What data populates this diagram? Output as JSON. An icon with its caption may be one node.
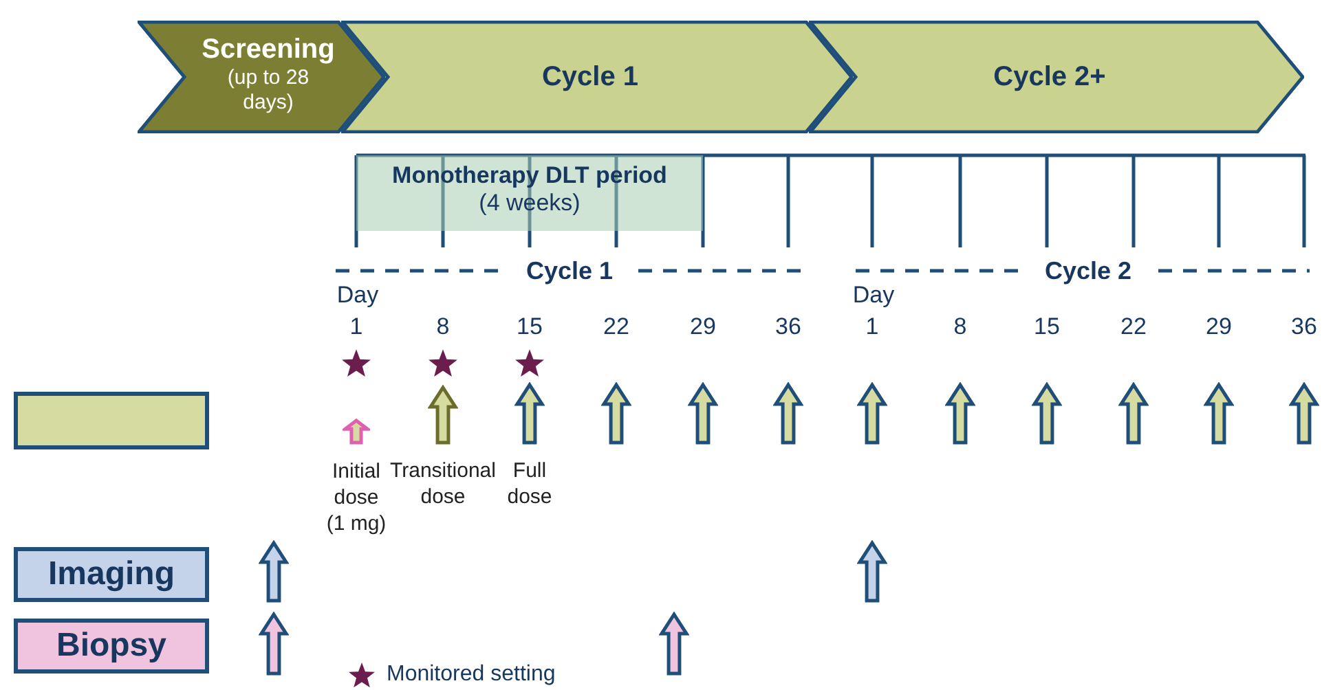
{
  "diagram": {
    "nodes": [
      {
        "text": [
          "Screening",
          "(up to 28 days)"
        ]
      },
      {
        "text": [
          "Cycle 1"
        ]
      },
      {
        "text": [
          "Cycle 2+"
        ]
      },
      {
        "text": [
          "Monotherapy DLT period",
          "(4 weeks)"
        ]
      },
      {
        "text": [],
        "shape": "box"
      },
      {
        "text": [
          "Imaging"
        ]
      },
      {
        "text": [
          "Biopsy"
        ]
      }
    ],
    "edges": [],
    "labels": [
      "Cycle 1",
      "Day",
      "1",
      "8",
      "15",
      "22",
      "29",
      "36",
      "Cycle 2",
      "Day",
      "1",
      "8",
      "15",
      "22",
      "29",
      "36",
      "Initial dose (1 mg)",
      "Transitional dose",
      "Full dose"
    ],
    "legend": [
      {
        "text": "Monitored setting"
      }
    ]
  }
}
